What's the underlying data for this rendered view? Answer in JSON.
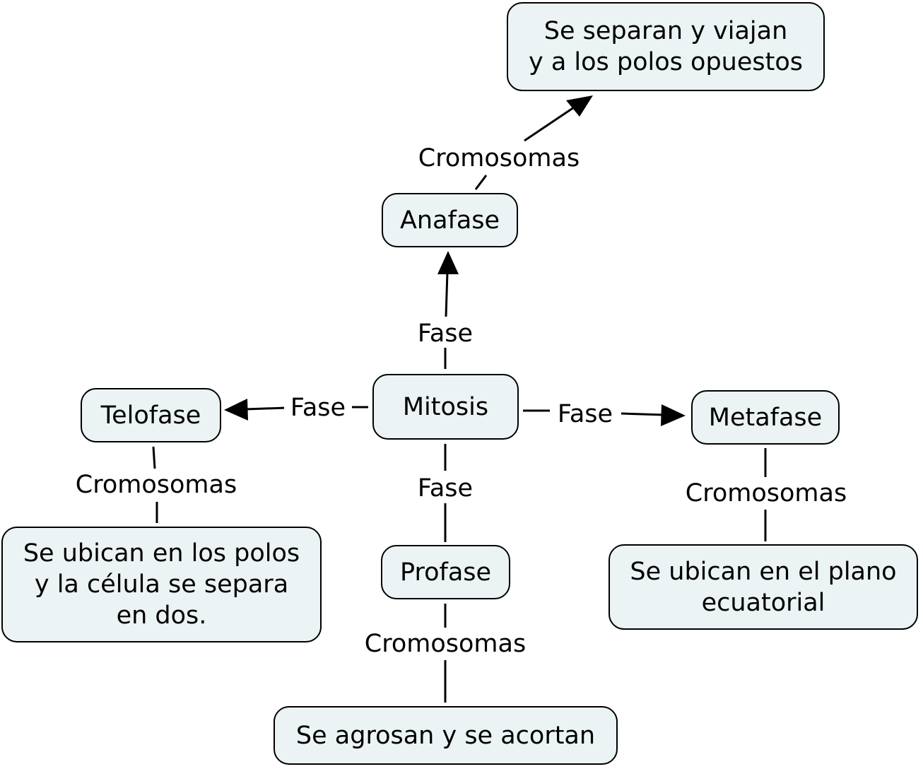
{
  "concept_map": {
    "nodes": {
      "mitosis": "Mitosis",
      "anafase": "Anafase",
      "telofase": "Telofase",
      "metafase": "Metafase",
      "profase": "Profase",
      "anafase_desc": "Se separan y viajan\ny a los polos opuestos",
      "telofase_desc": "Se ubican en los polos\ny la célula se separa\nen dos.",
      "metafase_desc": "Se ubican en el plano\necuatorial",
      "profase_desc": "Se agrosan y se acortan"
    },
    "links": {
      "mitosis_anafase": "Fase",
      "mitosis_telofase": "Fase",
      "mitosis_metafase": "Fase",
      "mitosis_profase": "Fase",
      "anafase_desc": "Cromosomas",
      "telofase_desc": "Cromosomas",
      "metafase_desc": "Cromosomas",
      "profase_desc": "Cromosomas"
    },
    "colors": {
      "node_fill": "#ecf3f5",
      "stroke": "#000000"
    }
  }
}
